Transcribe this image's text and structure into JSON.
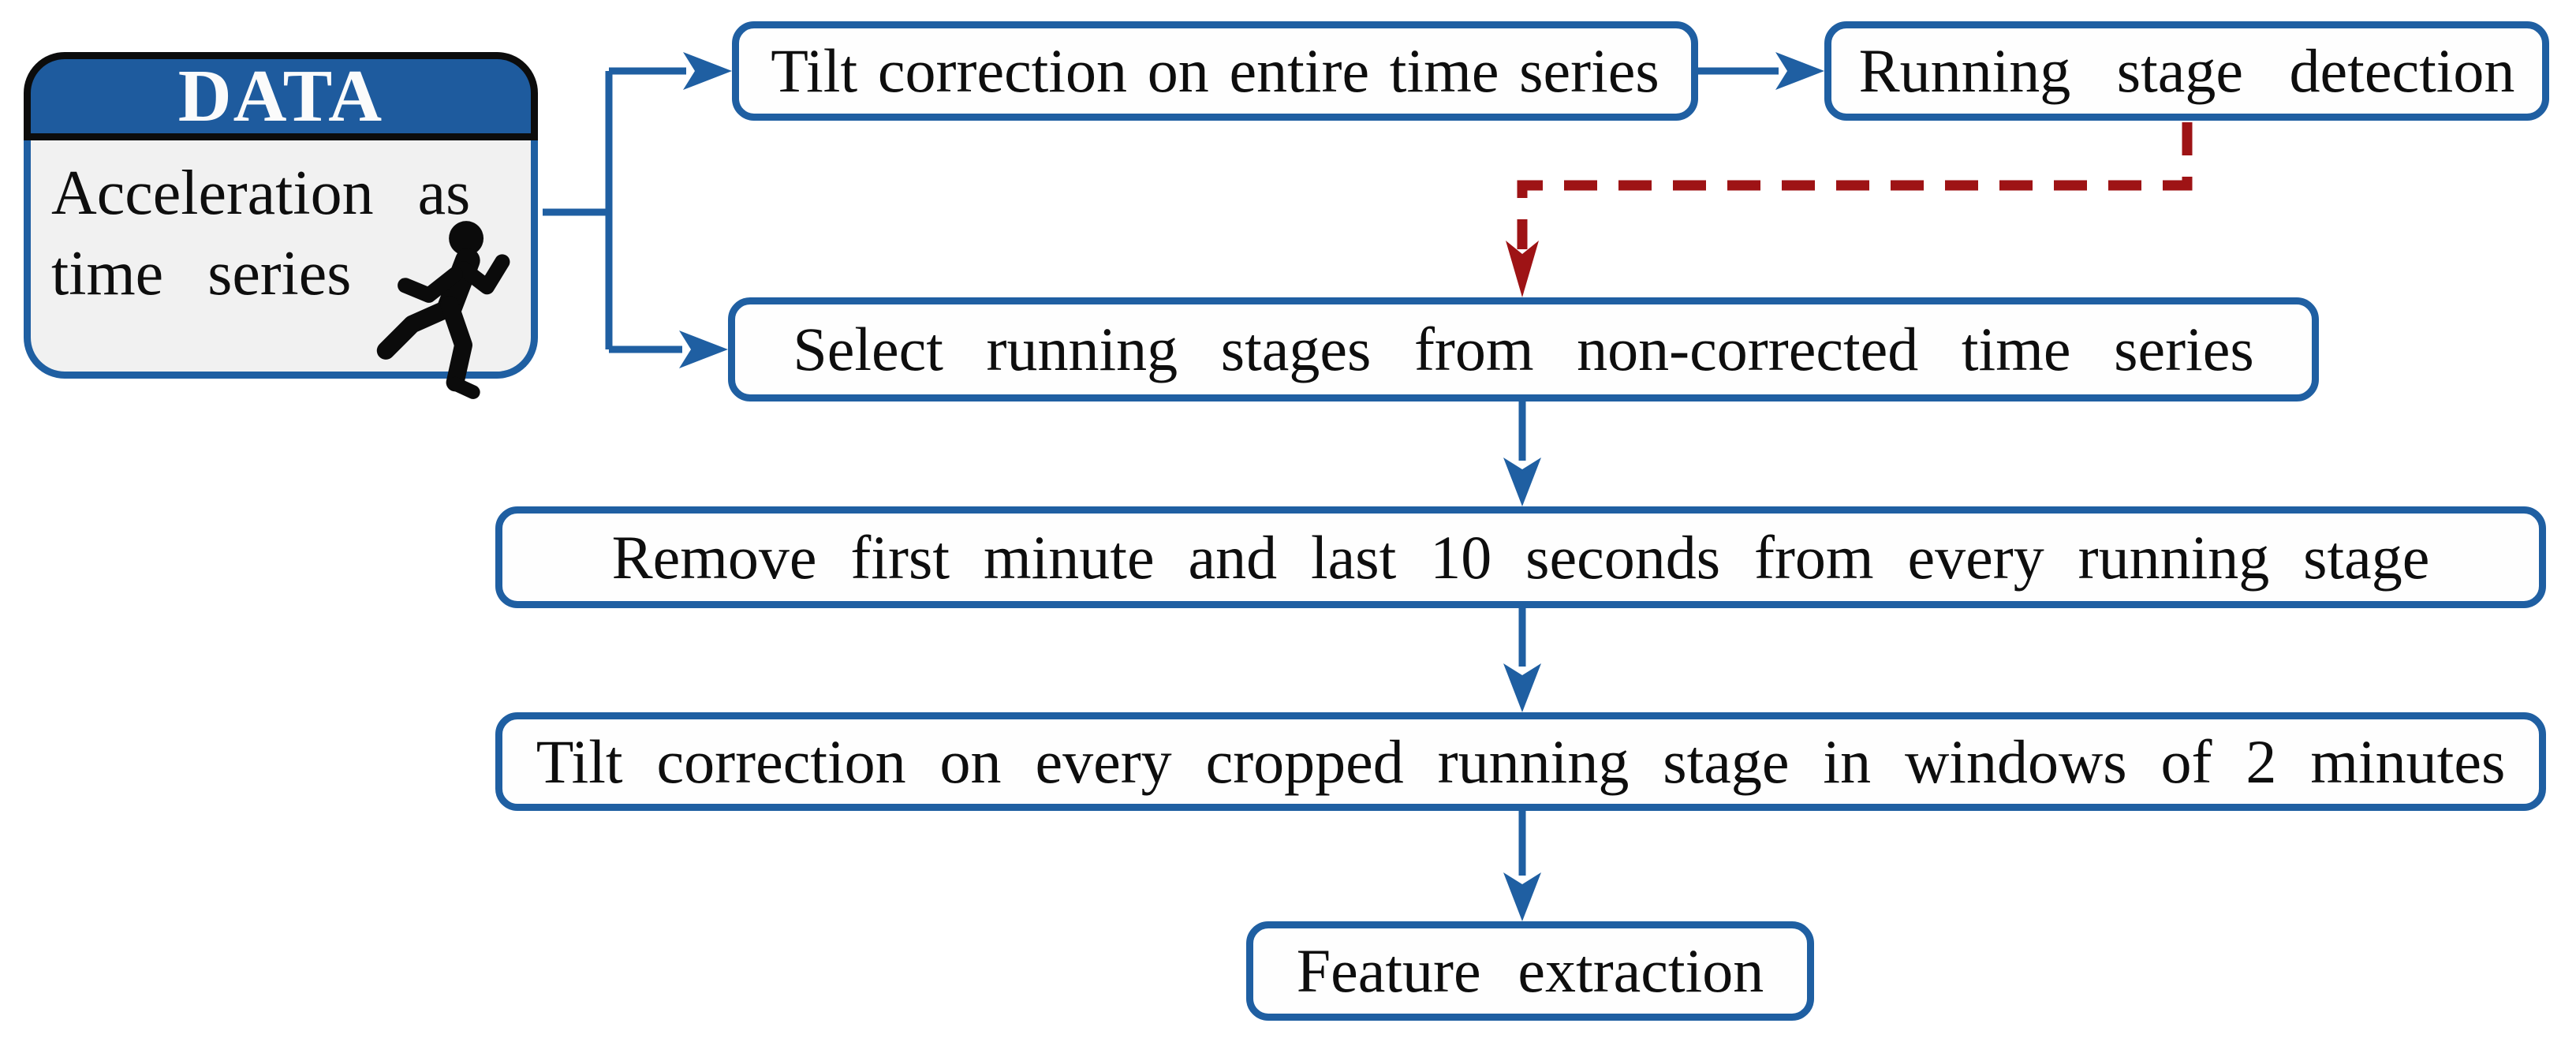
{
  "diagram": {
    "data_card": {
      "title": "DATA",
      "body_text": "Acceleration as time series",
      "icon": "runner-icon"
    },
    "nodes": {
      "tilt_entire": {
        "label": "Tilt correction on entire time series"
      },
      "stage_detection": {
        "label": "Running stage detection"
      },
      "select_stages": {
        "label": "Select running stages from non-corrected time series"
      },
      "remove_edges": {
        "label": "Remove first minute and last 10 seconds from every running stage"
      },
      "tilt_windows": {
        "label": "Tilt correction on every cropped running stage in windows of 2 minutes"
      },
      "feature_extraction": {
        "label": "Feature extraction"
      }
    },
    "connectors": {
      "solid_style": "solid blue arrows",
      "dashed_style": "dashed dark-red arrow from Running stage detection to Select running stages"
    },
    "colors": {
      "accent_blue": "#1F5FA2",
      "header_blue": "#1E5B9E",
      "dashed_red": "#9E1315",
      "card_body_gray": "#F1F1F1",
      "header_outline_black": "#0C0C0C"
    }
  }
}
